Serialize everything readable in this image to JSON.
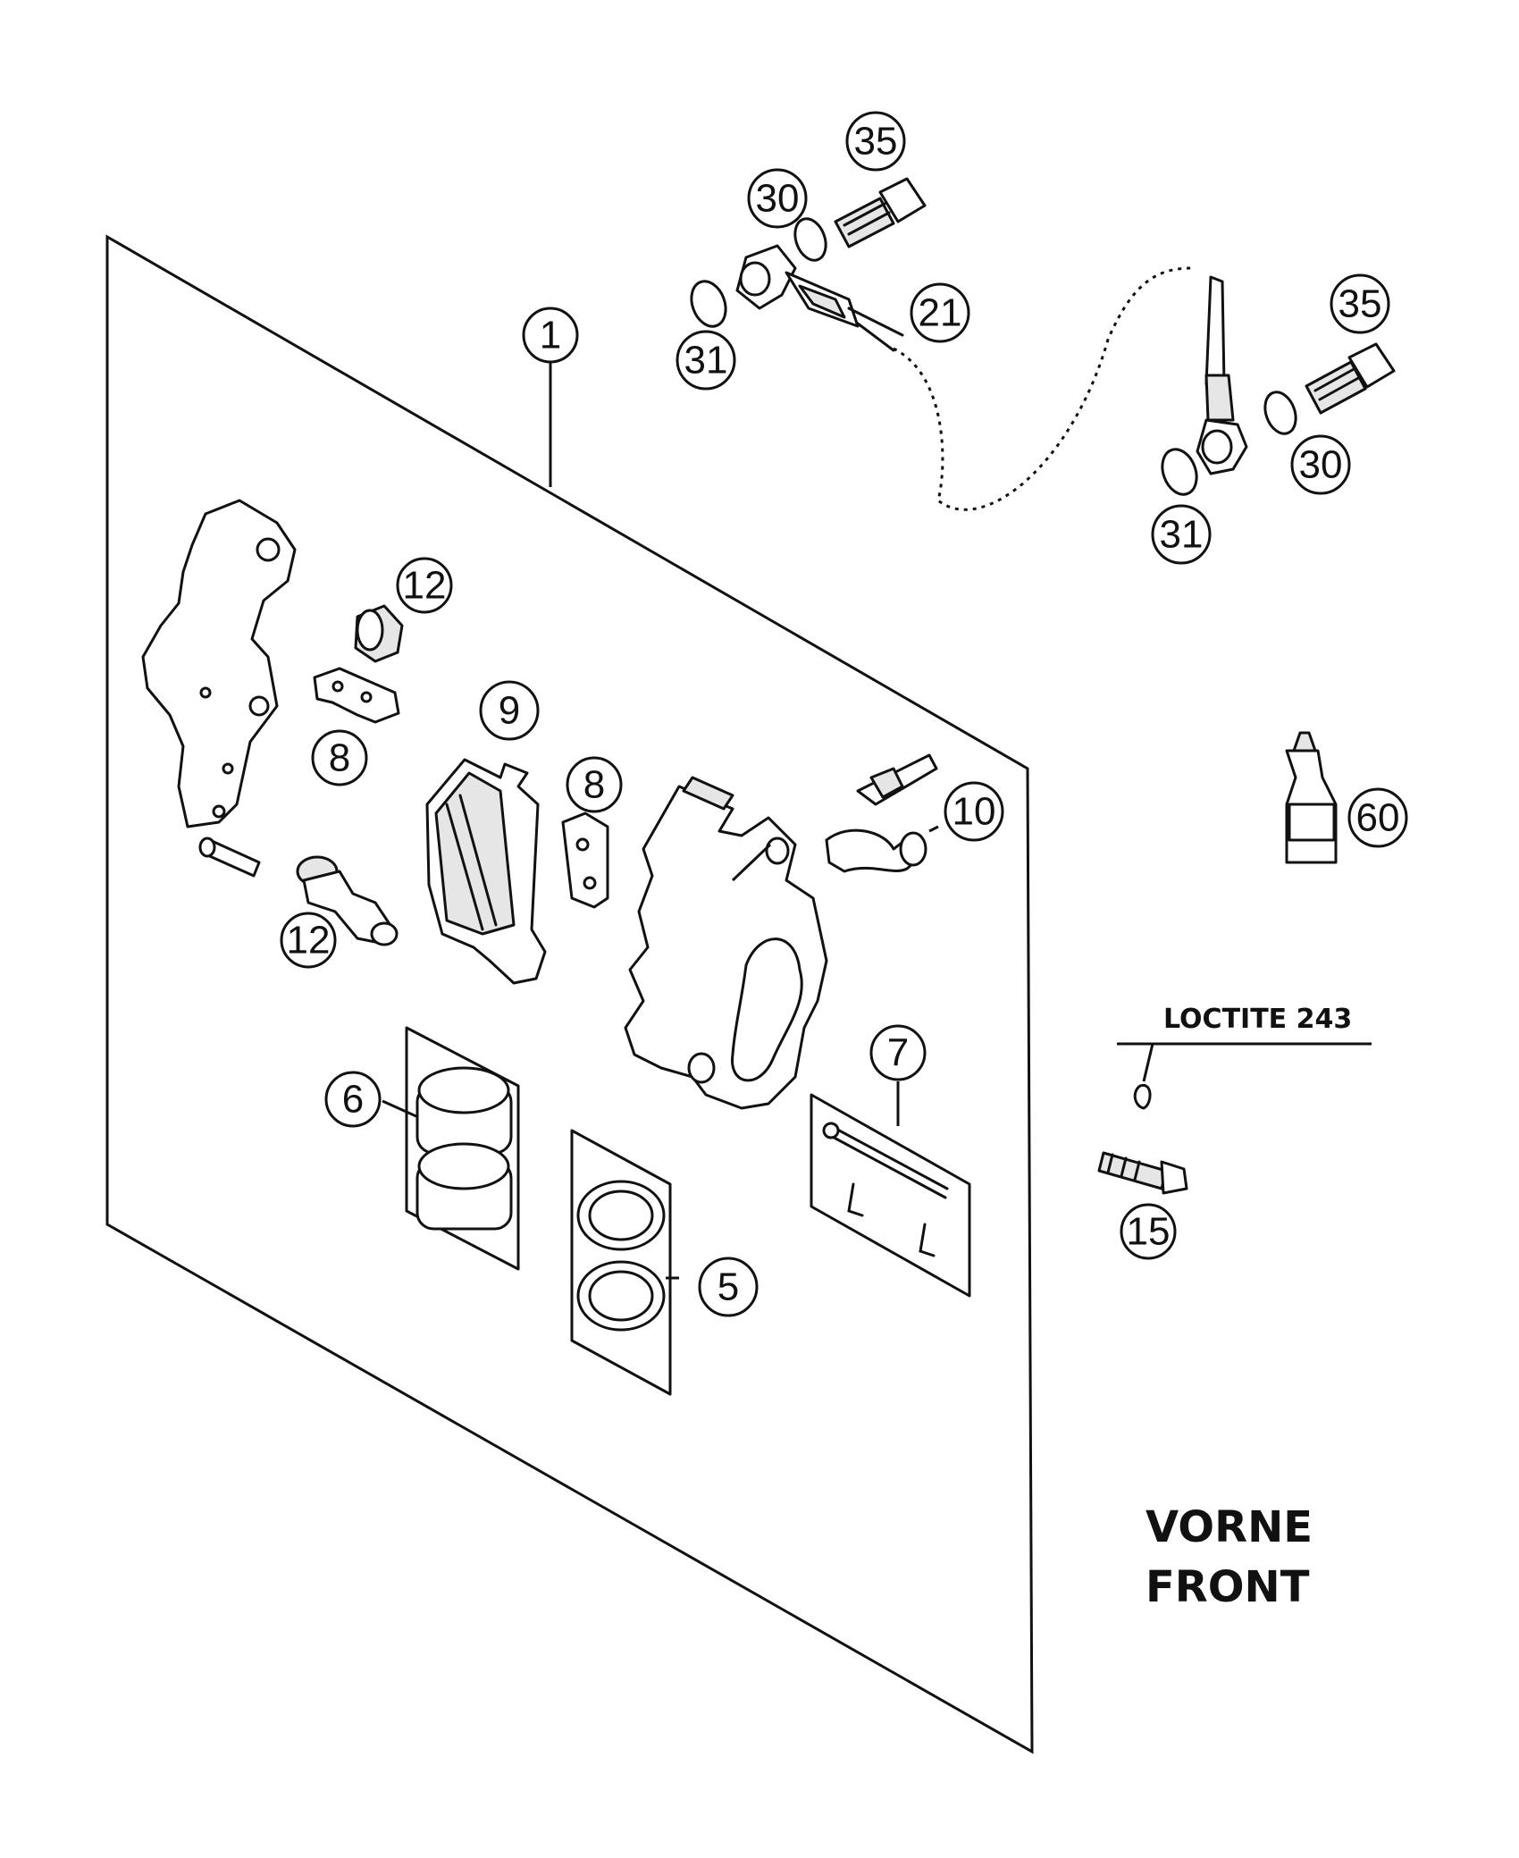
{
  "callouts": {
    "c1": "1",
    "c5": "5",
    "c6": "6",
    "c7": "7",
    "c8a": "8",
    "c8b": "8",
    "c9": "9",
    "c10": "10",
    "c12a": "12",
    "c12b": "12",
    "c15": "15",
    "c21": "21",
    "c30a": "30",
    "c30b": "30",
    "c31a": "31",
    "c31b": "31",
    "c35a": "35",
    "c35b": "35",
    "c60": "60"
  },
  "labels": {
    "loctite": "LOCTITE 243",
    "location_de": "VORNE",
    "location_en": "FRONT"
  }
}
